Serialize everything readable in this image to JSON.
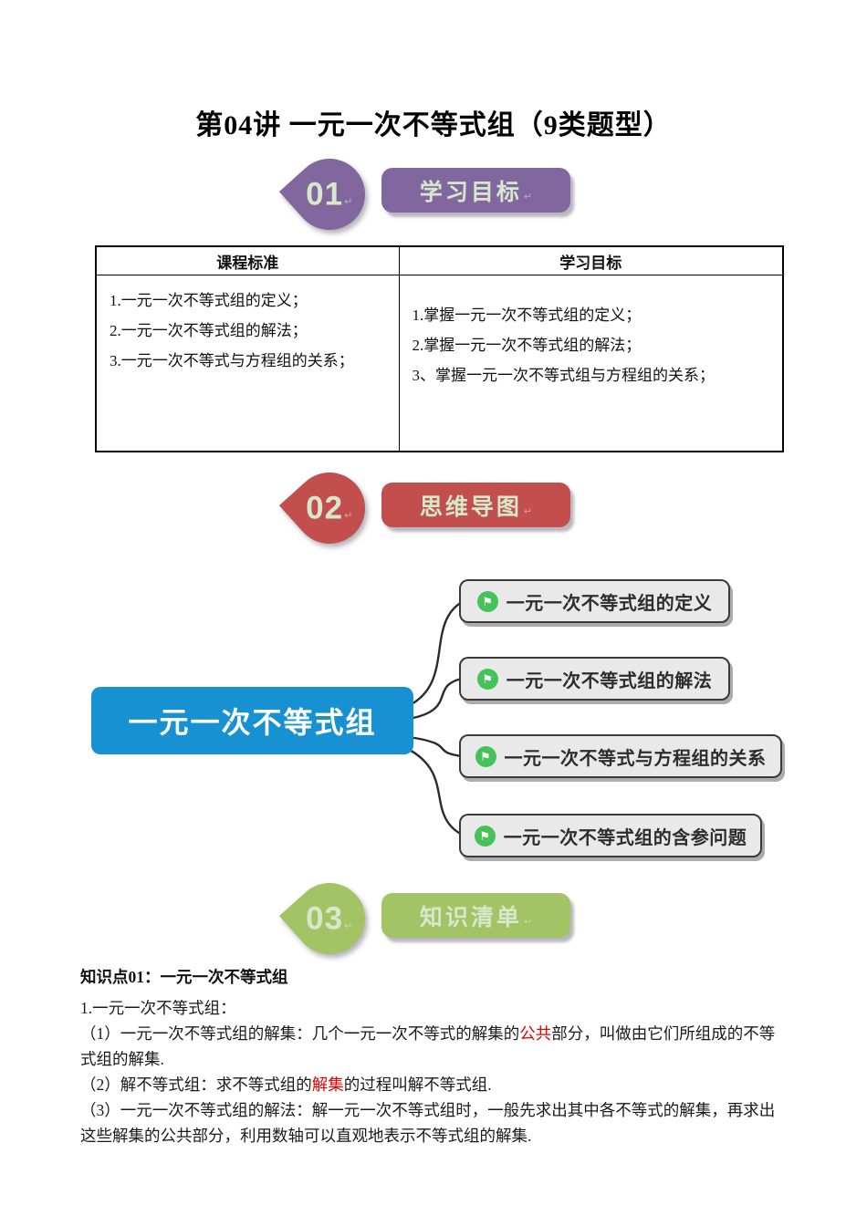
{
  "title": "第04讲 一元一次不等式组（9类题型）",
  "decor": {
    "return_mark": "↵"
  },
  "sections": [
    {
      "number": "01",
      "label": "学习目标",
      "color": "#82679f"
    },
    {
      "number": "02",
      "label": "思维导图",
      "color": "#c24f4e"
    },
    {
      "number": "03",
      "label": "知识清单",
      "color": "#a2c464"
    }
  ],
  "objectives_table": {
    "headers": [
      "课程标准",
      "学习目标"
    ],
    "course_standards": [
      "1.一元一次不等式组的定义；",
      "2.一元一次不等式组的解法；",
      "3.一元一次不等式与方程组的关系；"
    ],
    "learning_goals": [
      "1.掌握一元一次不等式组的定义；",
      "2.掌握一元一次不等式组的解法；",
      "3、掌握一元一次不等式组与方程组的关系；"
    ]
  },
  "mindmap": {
    "root_label": "一元一次不等式组",
    "root_color": "#1791d2",
    "branch_icon": "flag-icon",
    "branch_icon_color": "#45c35a",
    "branches": [
      "一元一次不等式组的定义",
      "一元一次不等式组的解法",
      "一元一次不等式与方程组的关系",
      "一元一次不等式组的含参问题"
    ]
  },
  "knowledge": {
    "heading": "知识点01：一元一次不等式组",
    "highlight_color": "#e60000",
    "paragraphs": [
      {
        "segments": [
          {
            "text": "1.一元一次不等式组："
          }
        ]
      },
      {
        "segments": [
          {
            "text": "（1）一元一次不等式组的解集：几个一元一次不等式的解集的"
          },
          {
            "text": "公共",
            "highlight": true
          },
          {
            "text": "部分，叫做由它们所组成的不等式组的解集."
          }
        ]
      },
      {
        "segments": [
          {
            "text": "（2）解不等式组：求不等式组的"
          },
          {
            "text": "解集",
            "highlight": true
          },
          {
            "text": "的过程叫解不等式组."
          }
        ]
      },
      {
        "segments": [
          {
            "text": "（3）一元一次不等式组的解法：解一元一次不等式组时，一般先求出其中各不等式的解集，再求出这些解集的公共部分，利用数轴可以直观地表示不等式组的解集."
          }
        ]
      }
    ]
  }
}
